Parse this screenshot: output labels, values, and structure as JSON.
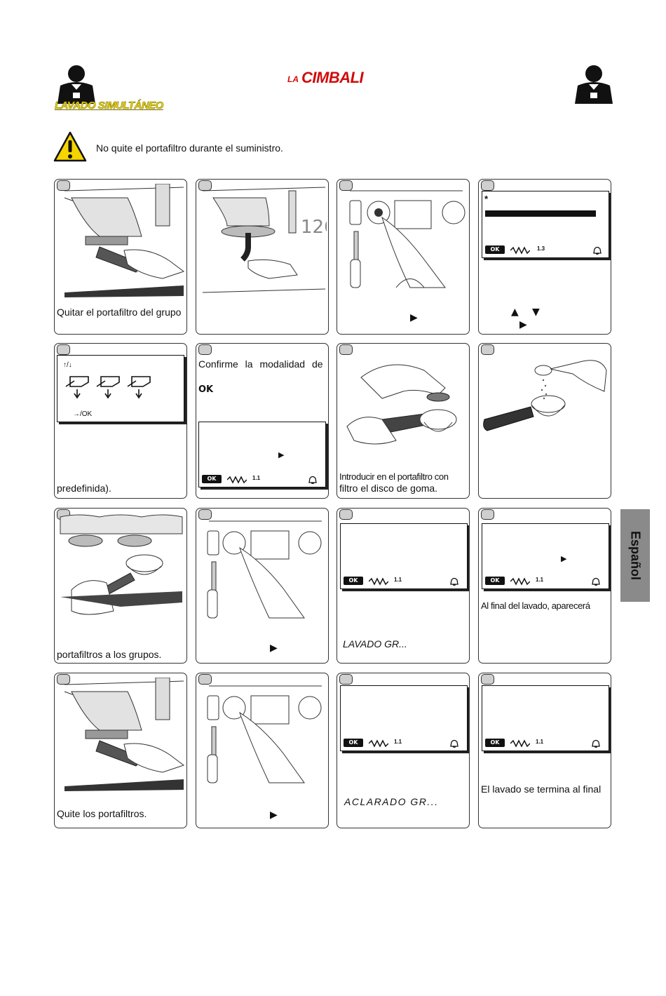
{
  "header": {
    "brand_prefix": "LA",
    "brand_name": "CIMBALI",
    "section_title": "LAVADO SIMULTÁNEO",
    "warning_text": "No quite el portafiltro durante el suministro."
  },
  "panels": {
    "p1_caption": "Quitar el portafiltro del grupo",
    "p4_star": "*",
    "p5_arrows": "↑/↓",
    "p5_confirm": "→/OK",
    "p5_caption": "predefinida).",
    "p6_caption": "Confirme la modalidad de",
    "p6_ok": "OK",
    "p7_caption_1": "Introducir en el portafiltro con",
    "p7_caption_2": "filtro el disco de goma.",
    "p9_caption": "portafiltros a los grupos.",
    "p11_caption": "LAVADO GR...",
    "p12_caption": "Al final del lavado, aparecerá",
    "p13_caption": "Quite los portafiltros.",
    "p15_caption": "ACLARADO GR...",
    "p16_caption": "El lavado se termina al final"
  },
  "lcd": {
    "ok_label": "OK",
    "counter": "1.1",
    "counter_alt": "1.3"
  },
  "side_tab": {
    "language": "Español"
  },
  "colors": {
    "title_yellow": "#f0e000",
    "tab_gray": "#8a8a8a",
    "warning_yellow": "#f5d400"
  }
}
